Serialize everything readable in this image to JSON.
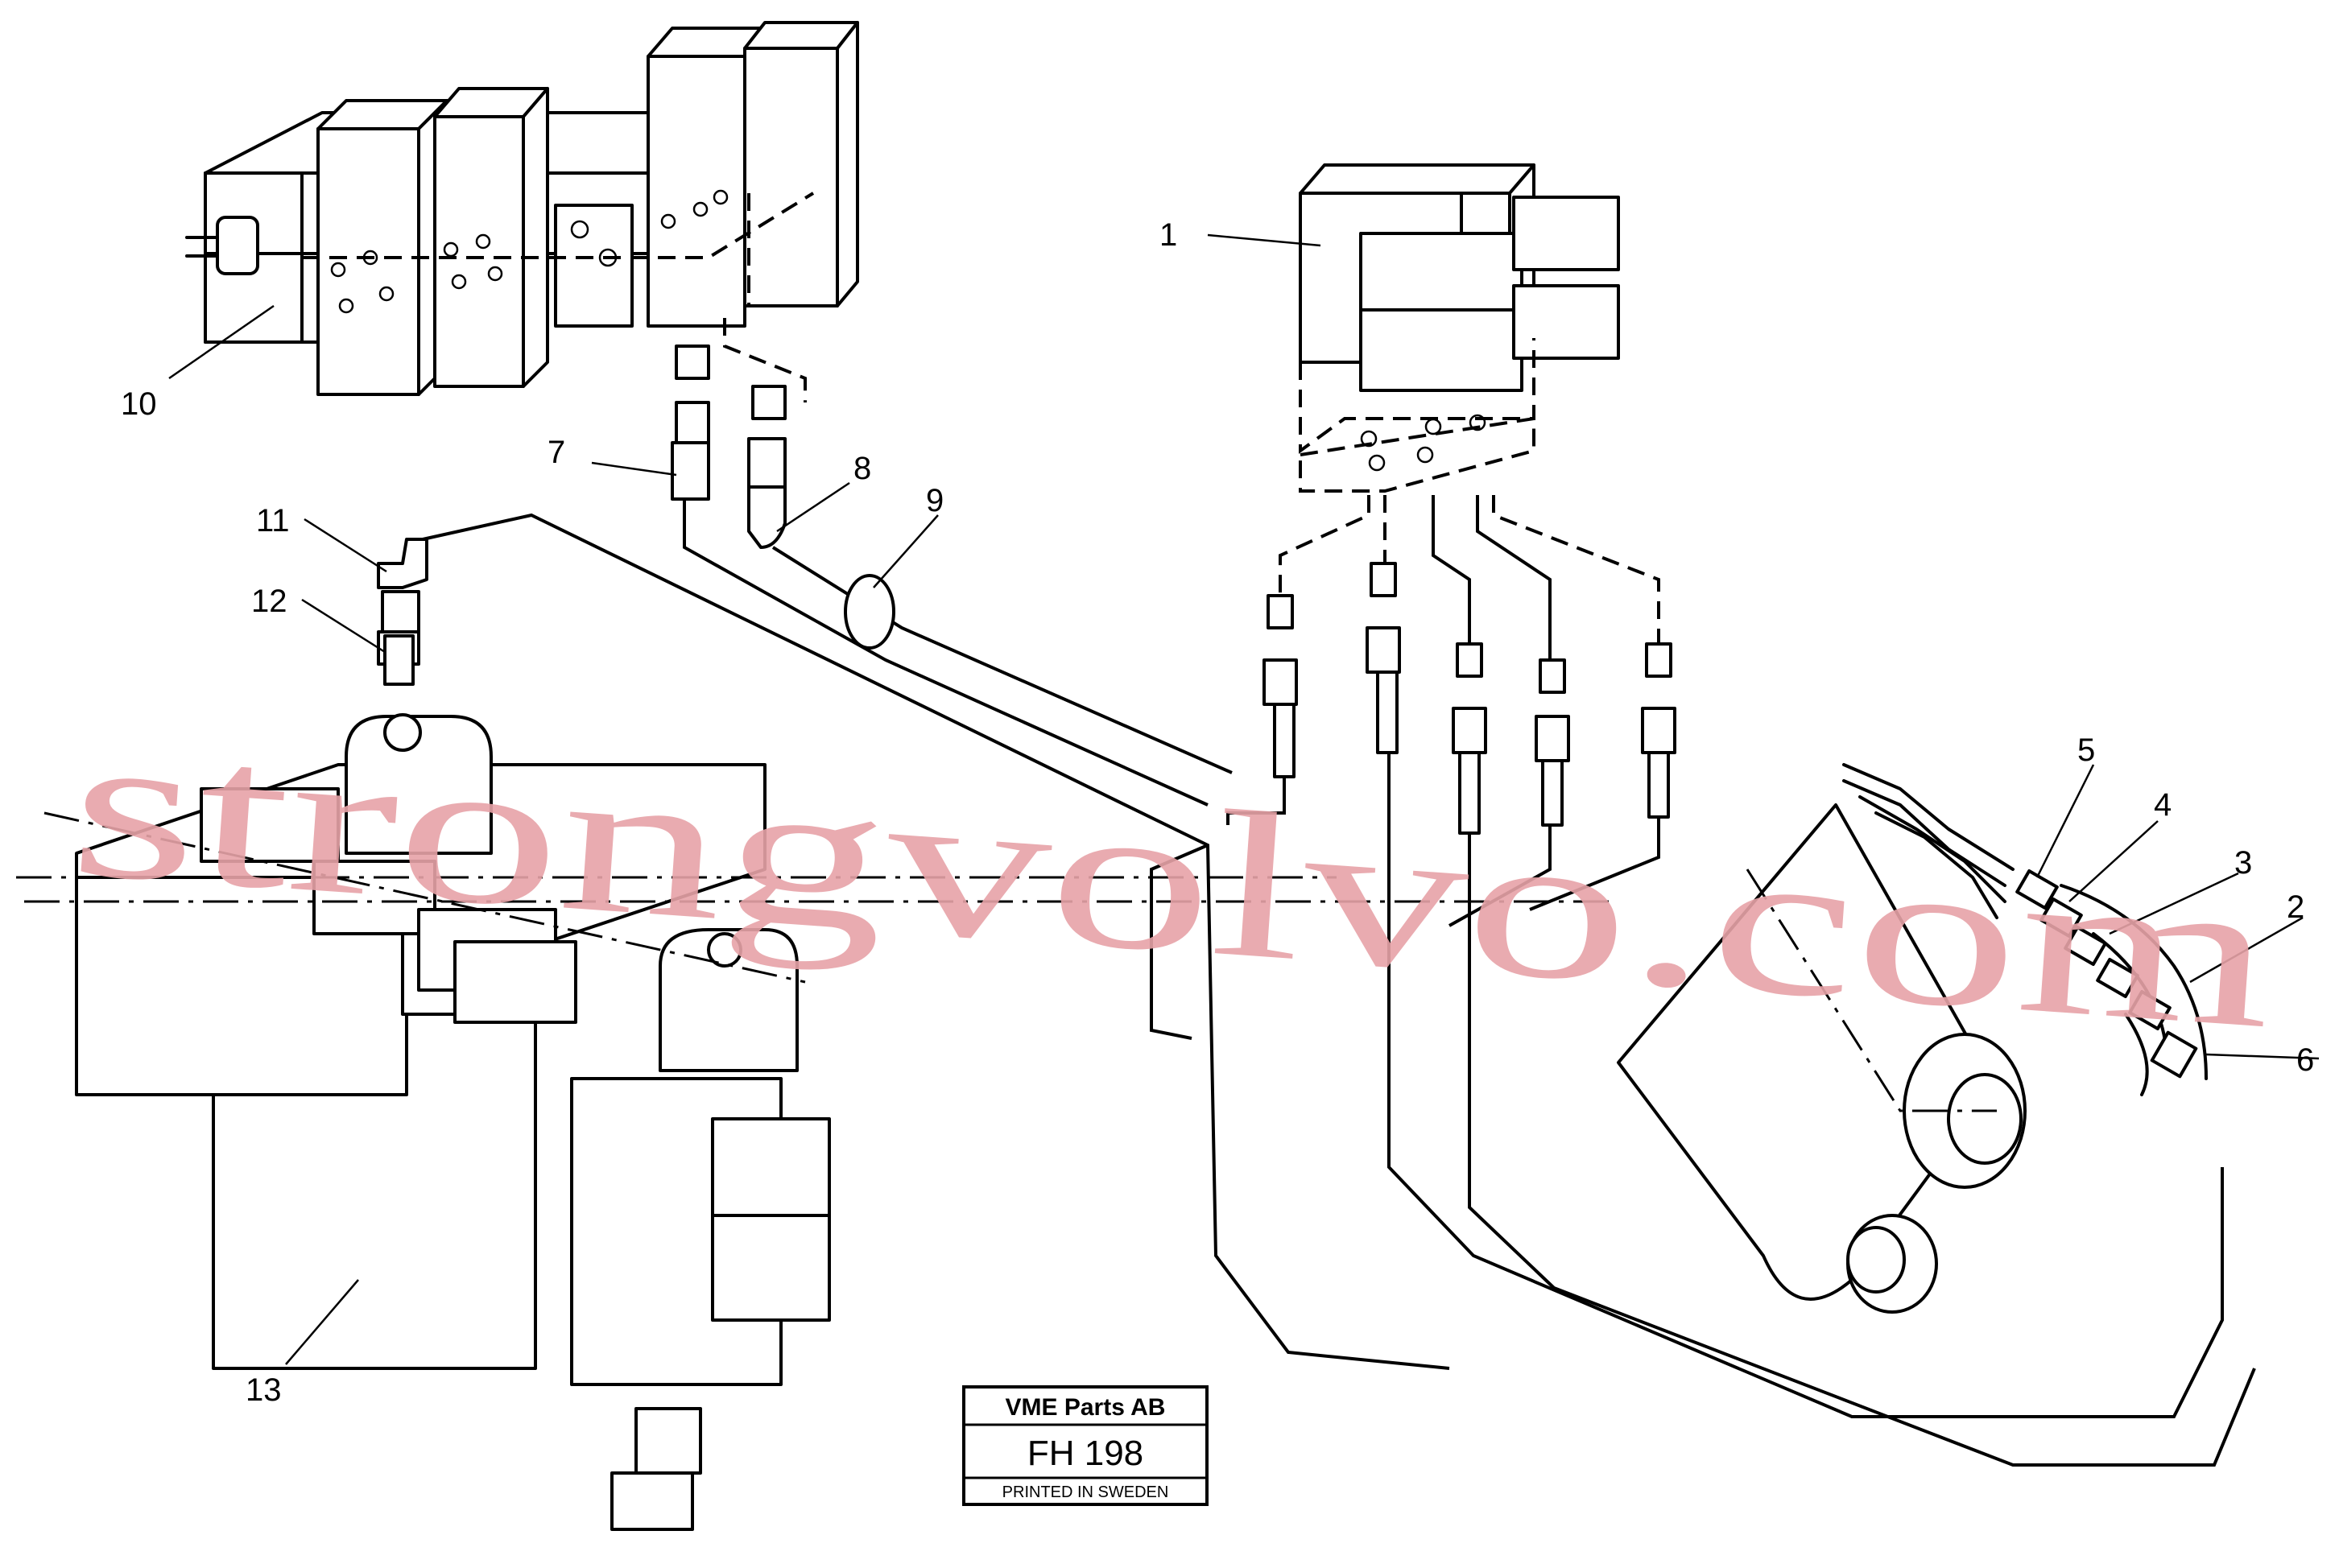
{
  "callouts": {
    "c1": "1",
    "c2": "2",
    "c3": "3",
    "c4": "4",
    "c5": "5",
    "c6": "6",
    "c7": "7",
    "c8": "8",
    "c9": "9",
    "c10": "10",
    "c11": "11",
    "c12": "12",
    "c13": "13"
  },
  "label_box": {
    "company": "VME Parts AB",
    "code": "FH 198",
    "footer": "PRINTED IN SWEDEN"
  },
  "watermark": {
    "text": "strongvolvo.com",
    "color": "#e7a3a8"
  }
}
